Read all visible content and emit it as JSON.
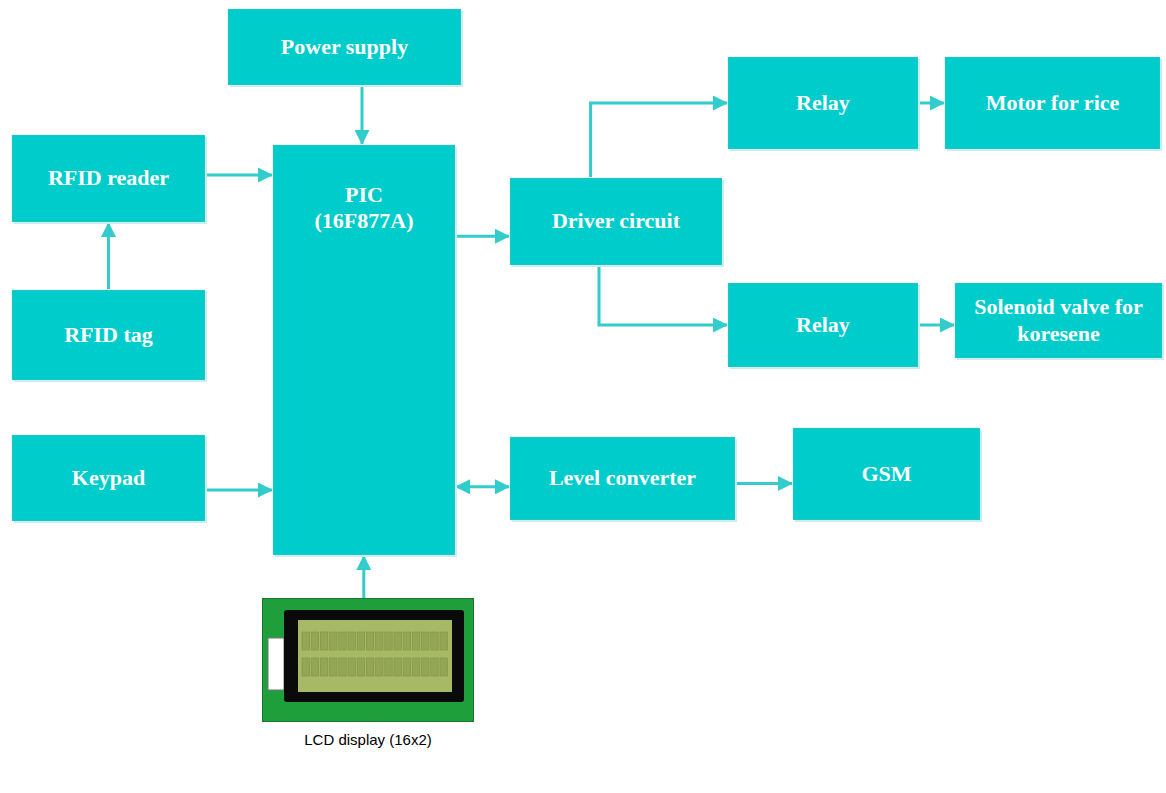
{
  "diagram": {
    "nodes": [
      {
        "text": [
          "Power supply"
        ]
      },
      {
        "text": [
          "Relay"
        ]
      },
      {
        "text": [
          "Motor for rice"
        ]
      },
      {
        "text": [
          "RFID reader"
        ]
      },
      {
        "text": [
          "PIC (16F877A)"
        ]
      },
      {
        "text": [
          "Driver circuit"
        ]
      },
      {
        "text": [
          "RFID tag"
        ]
      },
      {
        "text": [
          "Relay"
        ]
      },
      {
        "text": [
          "Solenoid valve for koresene"
        ]
      },
      {
        "text": [
          "Keypad"
        ]
      },
      {
        "text": [
          "Level converter"
        ]
      },
      {
        "text": [
          "GSM"
        ]
      },
      {
        "text": [
          "LCD display (16x2)"
        ]
      }
    ],
    "edges": [
      {
        "from": 6,
        "to": 3,
        "arrow": "to"
      },
      {
        "from": 3,
        "to": 4,
        "arrow": "to"
      },
      {
        "from": 0,
        "to": 4,
        "arrow": "to"
      },
      {
        "from": 4,
        "to": 5,
        "arrow": "to"
      },
      {
        "from": 5,
        "to": 1,
        "arrow": "to"
      },
      {
        "from": 5,
        "to": 7,
        "arrow": "to"
      },
      {
        "from": 1,
        "to": 2,
        "arrow": "to"
      },
      {
        "from": 7,
        "to": 8,
        "arrow": "to"
      },
      {
        "from": 9,
        "to": 4,
        "arrow": "to"
      },
      {
        "from": 4,
        "to": 10,
        "arrow": "both"
      },
      {
        "from": 10,
        "to": 11,
        "arrow": "to"
      },
      {
        "from": 12,
        "to": 4,
        "arrow": "to"
      }
    ]
  }
}
